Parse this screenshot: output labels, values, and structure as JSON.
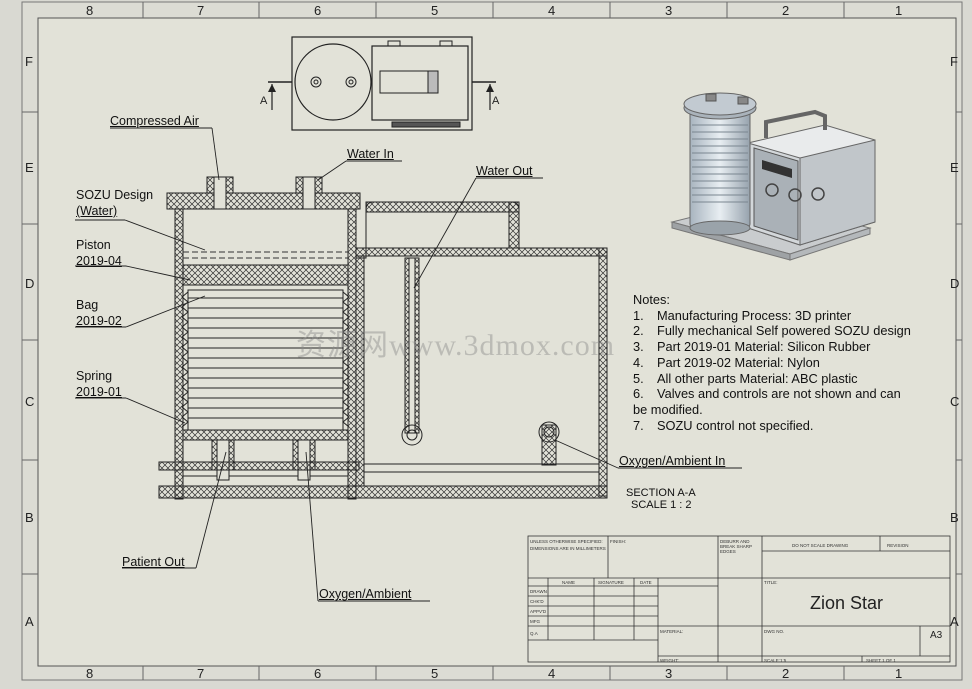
{
  "drawing": {
    "zones_top": [
      "8",
      "7",
      "6",
      "5",
      "4",
      "3",
      "2",
      "1"
    ],
    "zones_bottom": [
      "8",
      "7",
      "6",
      "5",
      "4",
      "3",
      "2",
      "1"
    ],
    "zones_left": [
      "F",
      "E",
      "D",
      "C",
      "B",
      "A"
    ],
    "zones_right": [
      "F",
      "E",
      "D",
      "C",
      "B",
      "A"
    ],
    "section_marker_left": "A",
    "section_marker_right": "A",
    "watermark": "资源网www.3dmox.com"
  },
  "callouts": {
    "compressed_air": "Compressed Air",
    "water_in": "Water In",
    "water_out": "Water Out",
    "sozu_design_line1": "SOZU Design",
    "sozu_design_line2": "(Water)",
    "piston_line1": "Piston",
    "piston_line2": "2019-04",
    "bag_line1": "Bag",
    "bag_line2": "2019-02",
    "spring_line1": "Spring",
    "spring_line2": "2019-01",
    "oxygen_ambient_in": "Oxygen/Ambient In",
    "patient_out": "Patient Out",
    "oxygen_ambient": "Oxygen/Ambient"
  },
  "notes": {
    "heading": "Notes:",
    "items": [
      {
        "num": "1.",
        "text": "Manufacturing Process: 3D printer"
      },
      {
        "num": "2.",
        "text": "Fully mechanical Self powered SOZU design"
      },
      {
        "num": "3.",
        "text": "Part 2019-01 Material: Silicon Rubber"
      },
      {
        "num": "4.",
        "text": "Part 2019-02 Material: Nylon"
      },
      {
        "num": "5.",
        "text": "All other parts Material: ABC plastic"
      },
      {
        "num": "6.",
        "text": "Valves and controls are not shown and can"
      },
      {
        "num": "",
        "text": "be modified."
      },
      {
        "num": "7.",
        "text": "SOZU control not specified."
      }
    ]
  },
  "section": {
    "line1": "SECTION A-A",
    "line2": "SCALE 1 : 2"
  },
  "title_block": {
    "title": "Zion Star",
    "size": "A3",
    "small_labels": {
      "unless": "UNLESS OTHERWISE SPECIFIED:",
      "dims": "DIMENSIONS ARE IN MILLIMETERS",
      "finish": "FINISH:",
      "deburr": "DEBURR AND BREAK SHARP EDGES",
      "noscale": "DO NOT SCALE DRAWING",
      "revision": "REVISION",
      "name": "NAME",
      "signature": "SIGNATURE",
      "date": "DATE",
      "title_lbl": "TITLE:",
      "drawn": "DRAWN",
      "chkd": "CHK'D",
      "appvd": "APPV'D",
      "mfg": "MFG",
      "qa": "Q.A",
      "material": "MATERIAL:",
      "dwgno": "DWG NO.",
      "weight": "WEIGHT:",
      "scale": "SCALE:1:5",
      "sheet": "SHEET 1 OF 1"
    }
  }
}
